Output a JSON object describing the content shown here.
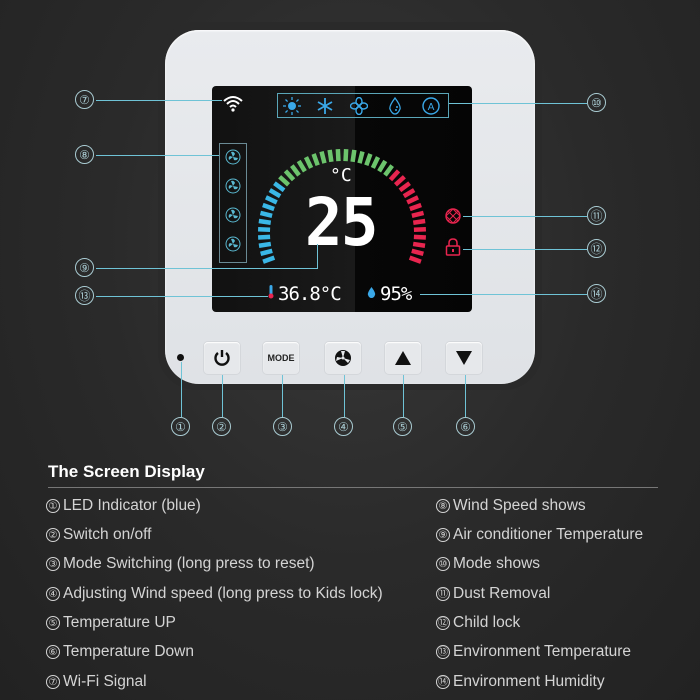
{
  "device": {
    "screen": {
      "setpoint_temp": "25",
      "setpoint_unit": "°C",
      "env_temp": "36.8°C",
      "env_humidity": "95%",
      "mode_icons": [
        "sun-icon",
        "snowflake-icon",
        "fan-icon",
        "dry-drop-icon",
        "auto-icon"
      ],
      "auto_label": "A",
      "fan_speed_icons": 4,
      "gauge_colors": {
        "cold": "#3ab7e6",
        "mid": "#6cc46c",
        "hot": "#e8254f"
      }
    },
    "buttons": {
      "power": "power-icon",
      "mode_label": "MODE",
      "fan": "fan-icon",
      "up": "▲",
      "down": "▼"
    }
  },
  "callouts": [
    "①",
    "②",
    "③",
    "④",
    "⑤",
    "⑥",
    "⑦",
    "⑧",
    "⑨",
    "⑩",
    "⑪",
    "⑫",
    "⑬",
    "⑭"
  ],
  "legend": {
    "title": "The Screen Display",
    "left": [
      {
        "num": "①",
        "label": "LED Indicator (blue)"
      },
      {
        "num": "②",
        "label": "Switch on/off"
      },
      {
        "num": "③",
        "label": "Mode Switching (long press to reset)"
      },
      {
        "num": "④",
        "label": "Adjusting Wind speed (long press to Kids lock)"
      },
      {
        "num": "⑤",
        "label": "Temperature UP"
      },
      {
        "num": "⑥",
        "label": "Temperature Down"
      },
      {
        "num": "⑦",
        "label": "Wi-Fi Signal"
      }
    ],
    "right": [
      {
        "num": "⑧",
        "label": "Wind Speed shows"
      },
      {
        "num": "⑨",
        "label": "Air conditioner Temperature"
      },
      {
        "num": "⑩",
        "label": "Mode shows"
      },
      {
        "num": "⑪",
        "label": "Dust Removal"
      },
      {
        "num": "⑫",
        "label": "Child lock"
      },
      {
        "num": "⑬",
        "label": "Environment Temperature"
      },
      {
        "num": "⑭",
        "label": "Environment Humidity"
      }
    ]
  },
  "colors": {
    "accent": "#5aa6b8",
    "callout": "#a9cbd2",
    "alert": "#e8254f",
    "background": "#262626",
    "plate": "#e4e6e9"
  }
}
